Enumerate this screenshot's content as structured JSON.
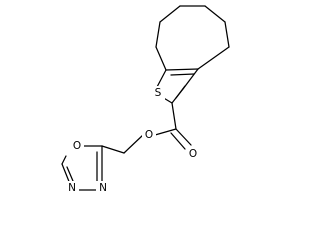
{
  "molecule": {
    "atoms": {
      "sulfur": "S",
      "ester_oxygen": "O",
      "carbonyl_oxygen": "O",
      "ring_oxygen": "O",
      "nitrogen_left": "N",
      "nitrogen_right": "N"
    }
  }
}
